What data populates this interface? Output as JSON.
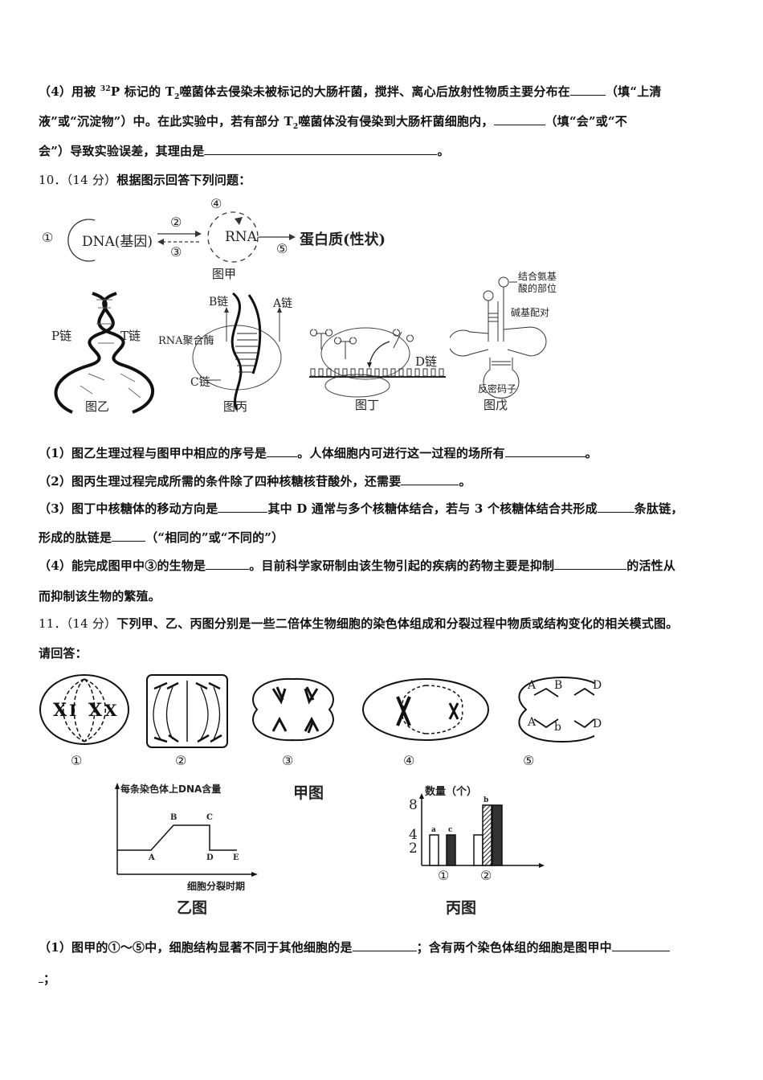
{
  "q9_part4": {
    "line1_a": "（4）用被 ",
    "sup": "32",
    "line1_b": "P 标记的 T",
    "sub": "2",
    "line1_c": "噬菌体去侵染未被标记的大肠杆菌，搅拌、离心后放射性物质主要分布在",
    "line1_d": "（填“上清",
    "line2_a": "液”或“沉淀物”）中。在此实验中，若有部分 T",
    "line2_b": "噬菌体没有侵染到大肠杆菌细胞内，",
    "line2_c": "（填“会”或“不",
    "line3_a": "会”）导致实验误差，其理由是",
    "line3_b": "。"
  },
  "q10": {
    "number": "10．（14 分）",
    "prompt": "根据图示回答下列问题：",
    "fig_jia": {
      "caption": "图甲",
      "dna": "DNA(基因)",
      "rna": "RNA",
      "protein": "蛋白质(性状)",
      "marks": [
        "①",
        "②",
        "③",
        "④",
        "⑤"
      ]
    },
    "fig_yi": {
      "caption": "图乙",
      "p_chain": "P链",
      "t_chain": "T链"
    },
    "fig_bing": {
      "caption": "图丙",
      "b_chain": "B链",
      "a_chain": "A链",
      "enzyme": "RNA聚合酶",
      "c_chain": "C链"
    },
    "fig_ding": {
      "caption": "图丁",
      "d_chain": "D链"
    },
    "fig_wu": {
      "caption": "图戊",
      "aa_site_1": "结合氨基",
      "aa_site_2": "酸的部位",
      "pairing": "碱基配对",
      "anticodon": "反密码子"
    },
    "questions": [
      {
        "a": "（1）图乙生理过程与图甲中相应的序号是",
        "b": "。人体细胞内可进行这一过程的场所有",
        "c": "。"
      },
      {
        "a": "（2）图丙生理过程完成所需的条件除了四种核糖核苷酸外，还需要",
        "b": "。"
      },
      {
        "a": "（3）图丁中核糖体的移动方向是",
        "b": "其中 D 通常与多个核糖体结合，若与 3 个核糖体结合共形成",
        "c": "条肽链，",
        "d": "形成的肽链是",
        "e": "（“相同的”或“不同的”）"
      },
      {
        "a": "（4）能完成图甲中③的生物是",
        "b": "。目前科学家研制由该生物引起的疾病的药物主要是抑制",
        "c": "的活性从",
        "d": "而抑制该生物的繁殖。"
      }
    ]
  },
  "q11": {
    "number": "11．（14 分）",
    "prompt_1": "下列甲、乙、丙图分别是一些二倍体生物细胞的染色体组成和分裂过程中物质或结构变化的相关模式图。",
    "prompt_2": "请回答：",
    "fig_jia": {
      "caption": "甲图",
      "cells": [
        "①",
        "②",
        "③",
        "④",
        "⑤"
      ],
      "cell5_labels": [
        "A",
        "B",
        "D",
        "A",
        "b",
        "D"
      ]
    },
    "fig_yi": {
      "caption": "乙图",
      "ylabel": "每条染色体上DNA含量",
      "xlabel": "细胞分裂时期",
      "points": [
        "A",
        "B",
        "C",
        "D",
        "E"
      ]
    },
    "fig_bing": {
      "caption": "丙图",
      "ylabel": "数量（个）",
      "yticks": [
        "8",
        "4",
        "2"
      ],
      "groups": [
        "①",
        "②"
      ],
      "bar_labels": [
        "a",
        "c",
        "b"
      ]
    },
    "questions": [
      {
        "a": "（1）图甲的①～⑤中，细胞结构显著不同于其他细胞的是",
        "b": "；含有两个染色体组的细胞是图甲中",
        "c": "；"
      }
    ]
  },
  "chart_data": [
    {
      "type": "line",
      "title": "乙图",
      "xlabel": "细胞分裂时期",
      "ylabel": "每条染色体上DNA含量",
      "points": [
        {
          "label": "start",
          "x": 0,
          "y": 1
        },
        {
          "label": "A",
          "x": 1,
          "y": 1
        },
        {
          "label": "B",
          "x": 2,
          "y": 2
        },
        {
          "label": "C",
          "x": 3,
          "y": 2
        },
        {
          "label": "D",
          "x": 3,
          "y": 1
        },
        {
          "label": "E",
          "x": 4,
          "y": 1
        }
      ],
      "grid": false
    },
    {
      "type": "bar",
      "title": "丙图",
      "xlabel": "",
      "ylabel": "数量（个）",
      "categories": [
        "①",
        "②"
      ],
      "series": [
        {
          "name": "a",
          "pattern": "white",
          "values": [
            4,
            4
          ]
        },
        {
          "name": "b",
          "pattern": "hatched",
          "values": [
            0,
            8
          ]
        },
        {
          "name": "c",
          "pattern": "black",
          "values": [
            4,
            8
          ]
        }
      ],
      "yticks": [
        2,
        4,
        8
      ],
      "grid": false
    }
  ]
}
